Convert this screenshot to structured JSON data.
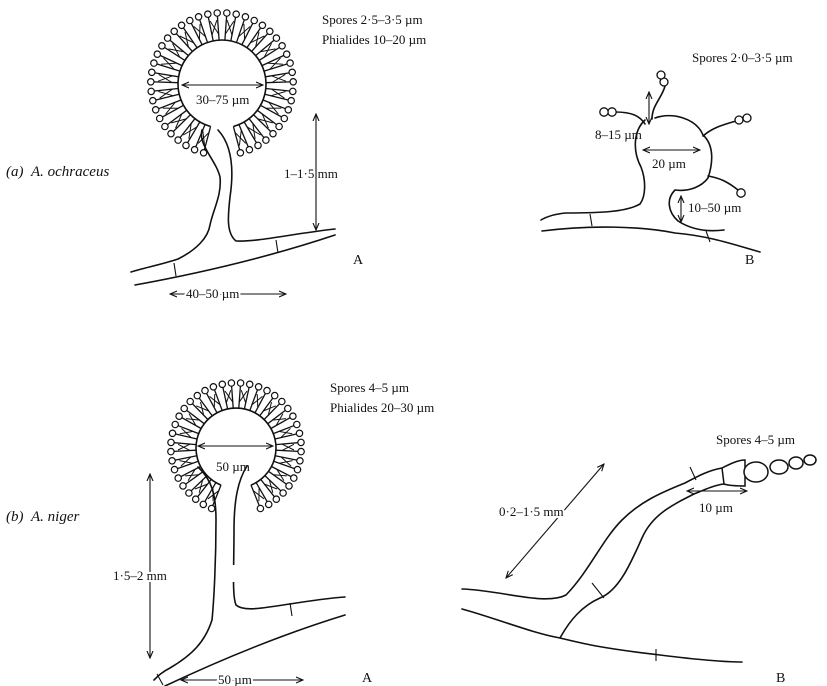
{
  "figure": {
    "row_a": {
      "label": "(a)",
      "species": "A. ochraceus",
      "A": {
        "panel_label": "A",
        "spores": "Spores 2·5–3·5 µm",
        "phialides": "Phialides 10–20 µm",
        "vesicle": "30–75 µm",
        "stipe_length": "1–1·5 mm",
        "hypha_width": "40–50 µm"
      },
      "B": {
        "panel_label": "B",
        "spores": "Spores 2·0–3·5 µm",
        "phialide": "8–15 µm",
        "vesicle": "20 µm",
        "stipe": "10–50 µm"
      }
    },
    "row_b": {
      "label": "(b)",
      "species": "A. niger",
      "A": {
        "panel_label": "A",
        "spores": "Spores 4–5 µm",
        "phialides": "Phialides 20–30 µm",
        "vesicle": "50 µm",
        "stipe_length": "1·5–2 mm",
        "hypha_width": "50 µm"
      },
      "B": {
        "panel_label": "B",
        "spores": "Spores 4–5 µm",
        "conidiophore": "0·2–1·5 mm",
        "spore_chain": "10 µm"
      }
    }
  }
}
